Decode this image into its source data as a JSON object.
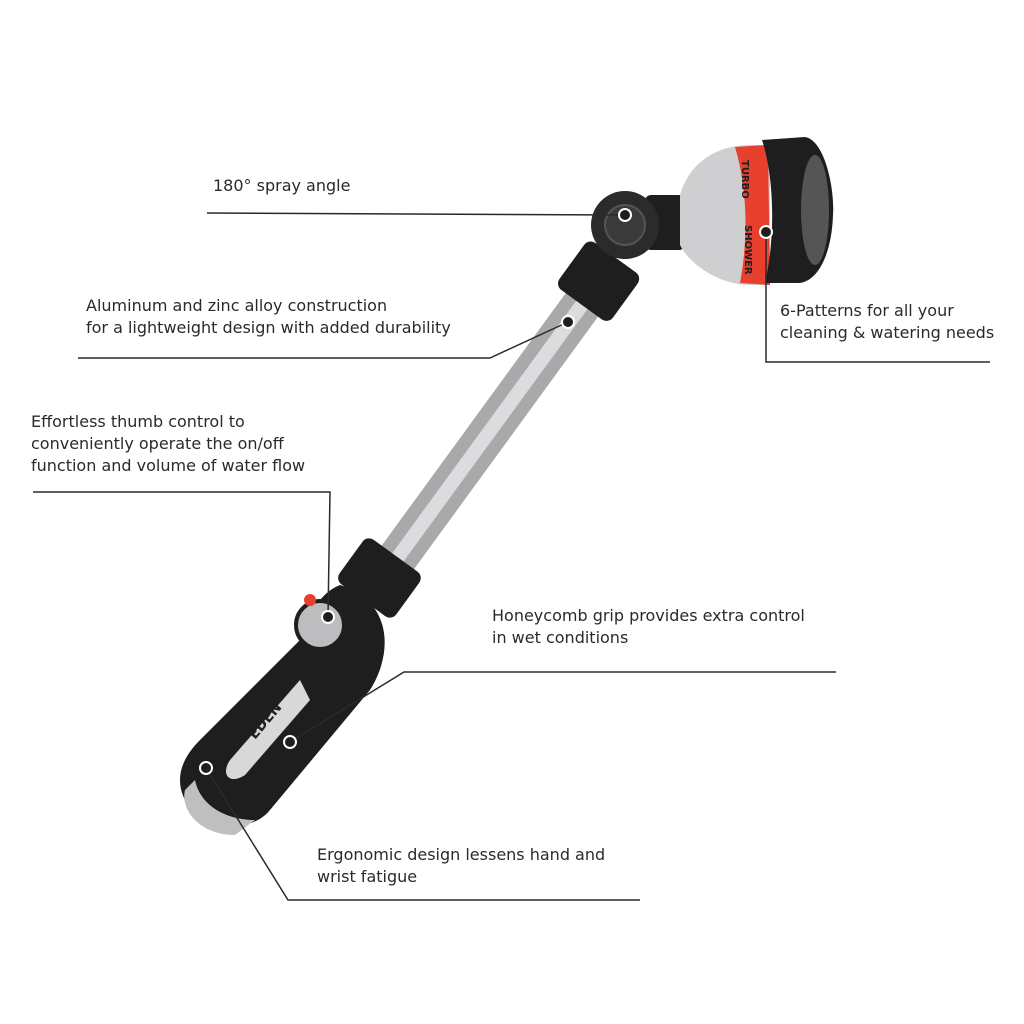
{
  "callouts": [
    {
      "id": "spray-angle",
      "lines": [
        "180° spray angle"
      ]
    },
    {
      "id": "construction",
      "lines": [
        "Aluminum and zinc alloy construction",
        "for a lightweight design with added durability"
      ]
    },
    {
      "id": "patterns",
      "lines": [
        "6-Patterns for all your",
        "cleaning & watering needs"
      ]
    },
    {
      "id": "thumb-control",
      "lines": [
        "Effortless thumb control to",
        "conveniently operate the on/off",
        "function and volume of water flow"
      ]
    },
    {
      "id": "grip",
      "lines": [
        "Honeycomb grip provides extra control",
        "in wet conditions"
      ]
    },
    {
      "id": "ergonomic",
      "lines": [
        "Ergonomic design lessens hand and",
        "wrist fatigue"
      ]
    }
  ],
  "product": {
    "brand": "EDEN",
    "dial_labels": [
      "TURBO",
      "SHOWER"
    ],
    "colors": {
      "accent_red": "#e8402f",
      "body_silver": "#c9c9cb",
      "rubber_black": "#1e1e1e",
      "line": "#2a2a2a"
    }
  }
}
